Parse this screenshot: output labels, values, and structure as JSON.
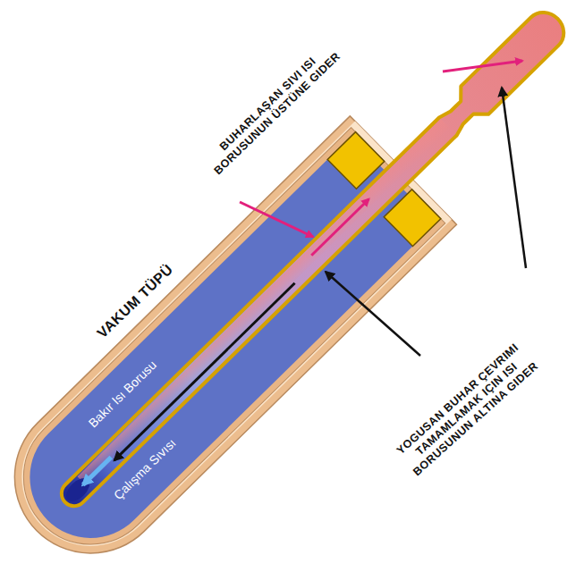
{
  "diagram": {
    "labels": [
      "BUHARLAŞAN SIVI ISI BORUSUNUN ÜSTÜNE GIDER",
      "VAKUM TÜPÜ",
      "Bakır Isı Borusu",
      "Çalışma Sıvısı",
      "YOGUSAN BUHAR ÇEVRIMI TAMAMLAMAK IÇIN ISI BORUSUNUN ALTINA GIDER"
    ]
  }
}
